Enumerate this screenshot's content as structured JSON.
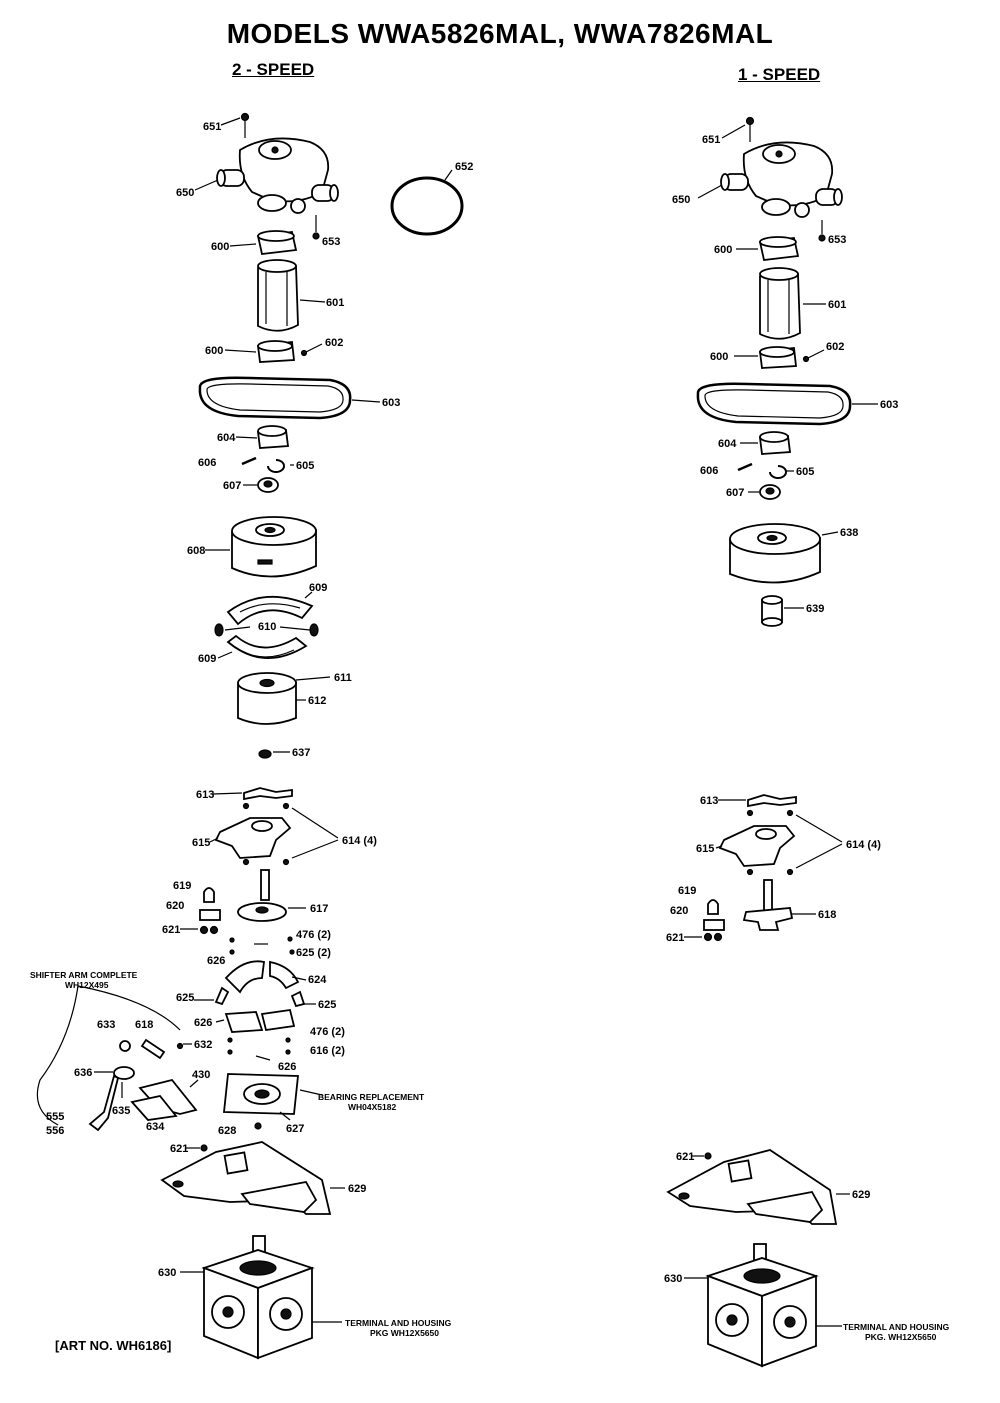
{
  "title": "MODELS WWA5826MAL, WWA7826MAL",
  "left_heading": "2 - SPEED",
  "right_heading": "1 - SPEED",
  "art_no": "[ART NO. WH6186]",
  "notes": {
    "shifter_arm": [
      "SHIFTER ARM COMPLETE",
      "WH12X495"
    ],
    "bearing_replacement": [
      "BEARING REPLACEMENT",
      "WH04X5182"
    ],
    "terminal_left": [
      "TERMINAL AND HOUSING",
      "PKG WH12X5650"
    ],
    "terminal_right": [
      "TERMINAL AND HOUSING",
      "PKG. WH12X5650"
    ]
  },
  "left_labels": {
    "l651": "651",
    "l650": "650",
    "l653": "653",
    "l652": "652",
    "l600a": "600",
    "l601": "601",
    "l600b": "600",
    "l602": "602",
    "l603": "603",
    "l604": "604",
    "l606": "606",
    "l605": "605",
    "l607": "607",
    "l608": "608",
    "l609a": "609",
    "l610": "610",
    "l609b": "609",
    "l611": "611",
    "l612": "612",
    "l637": "637",
    "l613": "613",
    "l615": "615",
    "l614": "614 (4)",
    "l619": "619",
    "l620": "620",
    "l621": "621",
    "l617": "617",
    "l476a": "476 (2)",
    "l625a": "625 (2)",
    "l626a": "626",
    "l624": "624",
    "l625b": "625",
    "l625c": "625",
    "l626b": "626",
    "l633": "633",
    "l618": "618",
    "l632": "632",
    "l476b": "476 (2)",
    "l616": "616 (2)",
    "l626c": "626",
    "l636": "636",
    "l430": "430",
    "l635": "635",
    "l634": "634",
    "l555": "555",
    "l556": "556",
    "l628": "628",
    "l627": "627",
    "l621b": "621",
    "l629": "629",
    "l630": "630"
  },
  "right_labels": {
    "r651": "651",
    "r650": "650",
    "r653": "653",
    "r600a": "600",
    "r601": "601",
    "r600b": "600",
    "r602": "602",
    "r603": "603",
    "r604": "604",
    "r606": "606",
    "r605": "605",
    "r607": "607",
    "r638": "638",
    "r639": "639",
    "r613": "613",
    "r615": "615",
    "r614": "614 (4)",
    "r619": "619",
    "r620": "620",
    "r621": "621",
    "r618": "618",
    "r621b": "621",
    "r629": "629",
    "r630": "630"
  }
}
